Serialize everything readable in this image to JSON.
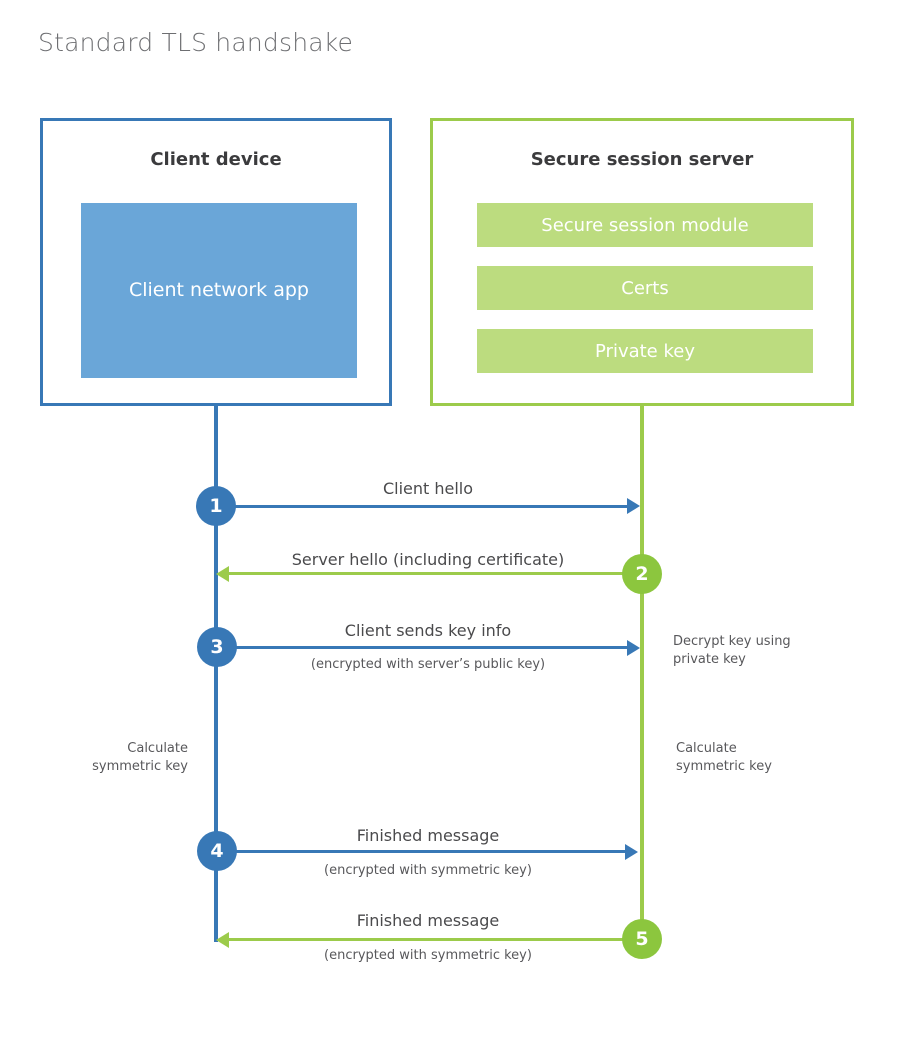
{
  "title": "Standard TLS handshake",
  "colors": {
    "client_blue": "#3878b6",
    "client_app_fill": "#6aa6d8",
    "server_green": "#9ccb4b",
    "server_bar_fill": "#bcdc7f",
    "step_green": "#8cc63e",
    "text_dark": "#3b3b3d",
    "text_body": "#4a4a4c",
    "title_gray": "#6d6e71"
  },
  "client": {
    "title": "Client device",
    "app_label": "Client network app"
  },
  "server": {
    "title": "Secure session server",
    "modules": [
      {
        "label": "Secure session module"
      },
      {
        "label": "Certs"
      },
      {
        "label": "Private key"
      }
    ]
  },
  "steps": [
    {
      "number": "1",
      "label": "Client hello",
      "sub": "",
      "direction": "client-to-server",
      "color": "blue"
    },
    {
      "number": "2",
      "label": "Server hello (including certificate)",
      "sub": "",
      "direction": "server-to-client",
      "color": "green"
    },
    {
      "number": "3",
      "label": "Client sends key info",
      "sub": "(encrypted with server’s public key)",
      "direction": "client-to-server",
      "color": "blue"
    },
    {
      "number": "4",
      "label": "Finished message",
      "sub": "(encrypted with symmetric key)",
      "direction": "client-to-server",
      "color": "blue"
    },
    {
      "number": "5",
      "label": "Finished message",
      "sub": "(encrypted with symmetric key)",
      "direction": "server-to-client",
      "color": "green"
    }
  ],
  "notes": {
    "decrypt_key": "Decrypt key using\nprivate key",
    "calc_key_client": "Calculate\nsymmetric key",
    "calc_key_server": "Calculate\nsymmetric key"
  }
}
